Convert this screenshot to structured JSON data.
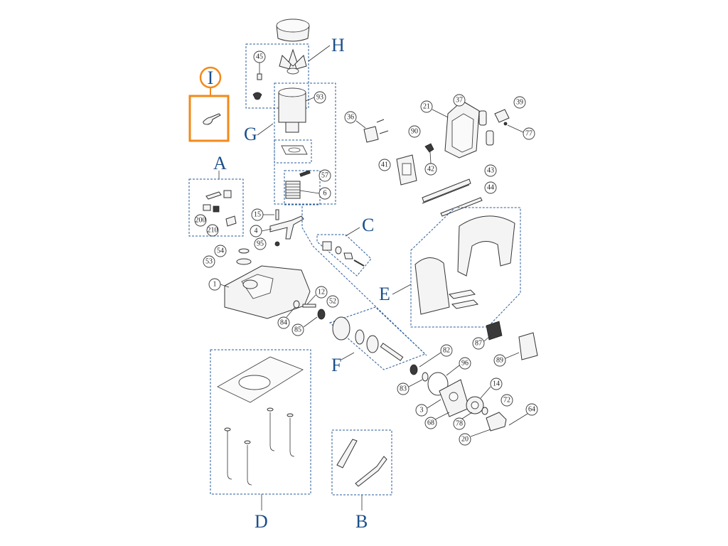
{
  "diagram": {
    "highlight_group": "I",
    "highlight_color": "#f28a1a",
    "letter_color": "#1b4f8a",
    "box_color": "#2a5d9a",
    "groups": {
      "A": "A",
      "B": "B",
      "C": "C",
      "D": "D",
      "E": "E",
      "F": "F",
      "G": "G",
      "H": "H",
      "I": "I"
    },
    "callouts": [
      "45",
      "93",
      "36",
      "21",
      "37",
      "39",
      "77",
      "90",
      "41",
      "42",
      "43",
      "44",
      "57",
      "6",
      "15",
      "4",
      "95",
      "54",
      "53",
      "1",
      "12",
      "52",
      "84",
      "85",
      "200",
      "210",
      "82",
      "96",
      "83",
      "3",
      "14",
      "72",
      "68",
      "64",
      "78",
      "20",
      "87",
      "89"
    ]
  }
}
